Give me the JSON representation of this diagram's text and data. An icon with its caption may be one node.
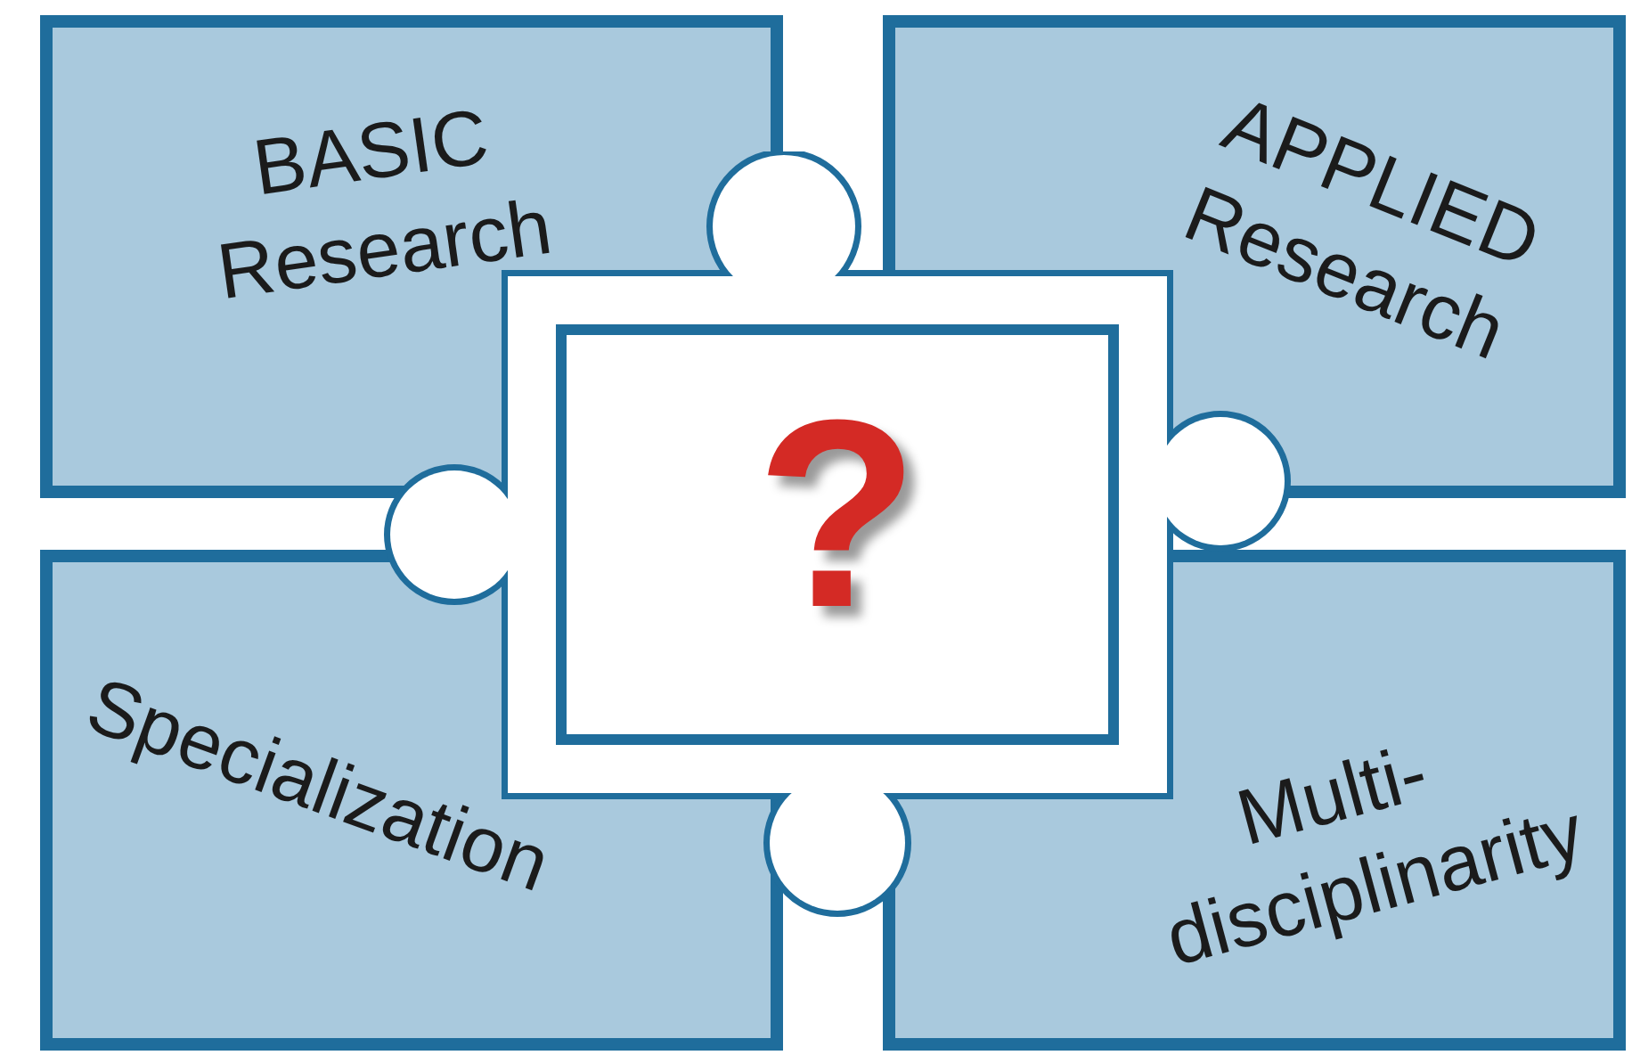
{
  "diagram": {
    "nodes": [
      {
        "text": [
          "BASIC Research"
        ]
      },
      {
        "text": [
          "APPLIED Research"
        ]
      },
      {
        "text": [
          "?"
        ]
      },
      {
        "text": [
          "Specialization"
        ]
      },
      {
        "text": [
          "Multi- disciplinarity"
        ]
      }
    ]
  }
}
